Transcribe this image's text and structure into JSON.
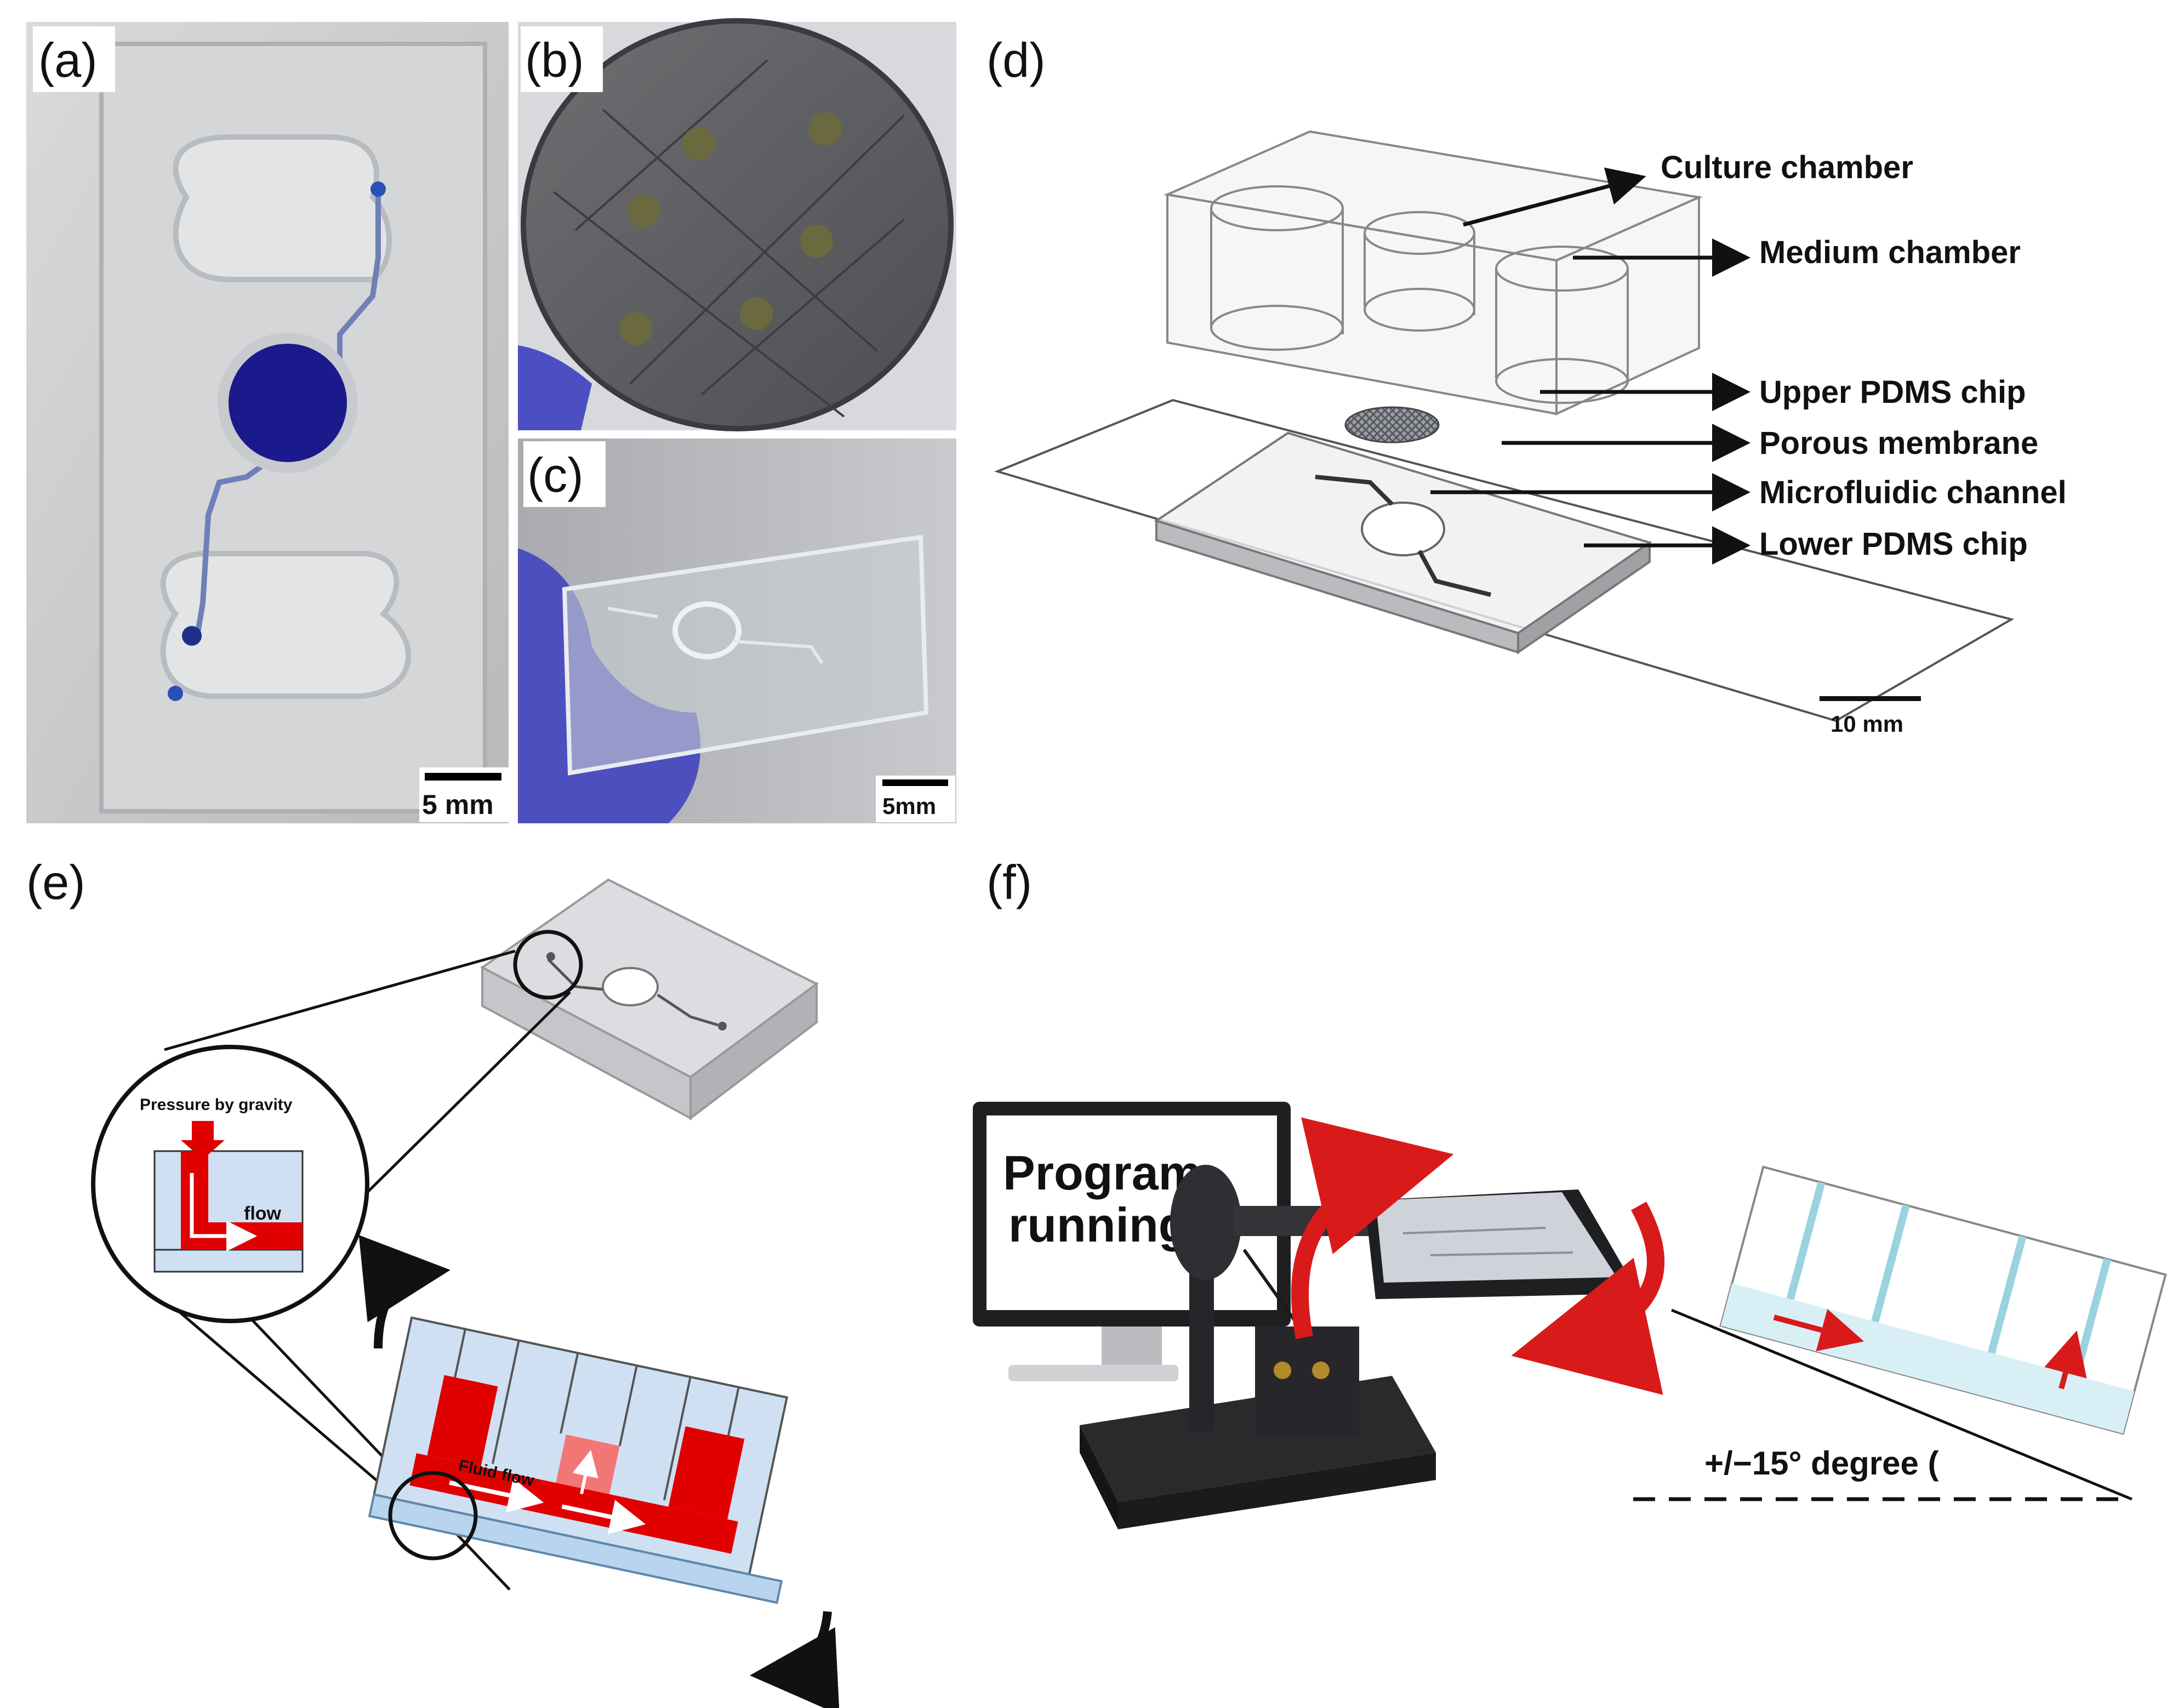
{
  "panels": {
    "a": {
      "label": "(a)",
      "scale_bar": "5 mm"
    },
    "b": {
      "label": "(b)"
    },
    "c": {
      "label": "(c)",
      "scale_bar": "5mm"
    },
    "d": {
      "label": "(d)",
      "callouts": [
        "Culture chamber",
        "Medium chamber",
        "Upper PDMS chip",
        "Porous membrane",
        "Microfluidic channel",
        "Lower PDMS chip"
      ],
      "scale_bar": "10 mm"
    },
    "e": {
      "label": "(e)",
      "pressure_text": "Pressure by gravity",
      "flow_text": "flow",
      "fluid_flow_text": "Fluid flow"
    },
    "f": {
      "label": "(f)",
      "monitor_line1": "Program",
      "monitor_line2": "running",
      "angle_text": "+/−15°  degree ("
    }
  },
  "colors": {
    "fluid_red": "#e00000",
    "channel_blue": "#cfe0f3",
    "dye_blue": "#1a1a8c",
    "arrow_red": "#d91a1a"
  }
}
